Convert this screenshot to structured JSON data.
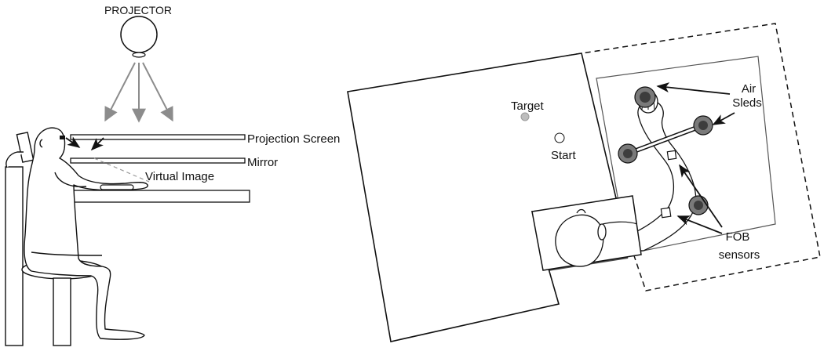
{
  "left_panel": {
    "projector_label": "PROJECTOR",
    "projection_screen_label": "Projection Screen",
    "mirror_label": "Mirror",
    "virtual_image_label": "Virtual Image"
  },
  "right_panel": {
    "target_label": "Target",
    "start_label": "Start",
    "air_sleds_line1": "Air",
    "air_sleds_line2": "Sleds",
    "fob_line1": "FOB",
    "fob_line2": "sensors"
  },
  "colors": {
    "ink": "#111111",
    "projector_arrows": "#8c8c8c",
    "target_fill": "#bdbdbd",
    "sled_fill": "#7a7a7a",
    "sled_inner": "#3d3d3d",
    "edge_bar": "#4a4a4a"
  }
}
